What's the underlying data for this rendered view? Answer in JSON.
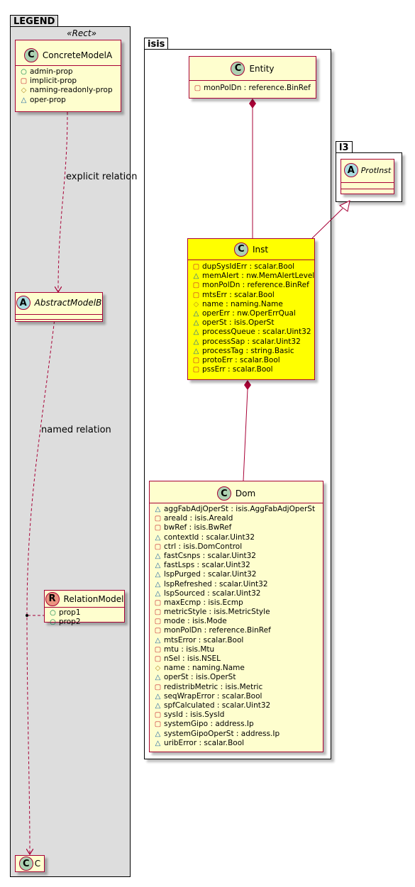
{
  "packages": {
    "legend": {
      "title": "LEGEND",
      "stereotype": "«Rect»"
    },
    "isis": {
      "title": "isis"
    },
    "l3": {
      "title": "l3"
    }
  },
  "classes": {
    "concrete_model_a": {
      "letter": "C",
      "name": "ConcreteModelA",
      "attrs": [
        {
          "vis": "+",
          "text": "admin-prop"
        },
        {
          "vis": "-",
          "text": "implicit-prop"
        },
        {
          "vis": "#",
          "text": "naming-readonly-prop"
        },
        {
          "vis": "~",
          "text": "oper-prop"
        }
      ]
    },
    "abstract_model_b": {
      "letter": "A",
      "name": "AbstractModelB"
    },
    "relation_model": {
      "letter": "R",
      "name": "RelationModel",
      "attrs": [
        {
          "vis": "+",
          "text": "prop1"
        },
        {
          "vis": "+",
          "text": "prop2"
        }
      ]
    },
    "c": {
      "letter": "C",
      "name": "C"
    },
    "entity": {
      "letter": "C",
      "name": "Entity",
      "attrs": [
        {
          "vis": "-",
          "text": "monPolDn : reference.BinRef"
        }
      ]
    },
    "prot_inst": {
      "letter": "A",
      "name": "ProtInst"
    },
    "inst": {
      "letter": "C",
      "name": "Inst",
      "attrs": [
        {
          "vis": "-",
          "text": "dupSysIdErr : scalar.Bool"
        },
        {
          "vis": "~",
          "text": "memAlert : nw.MemAlertLevel"
        },
        {
          "vis": "-",
          "text": "monPolDn : reference.BinRef"
        },
        {
          "vis": "-",
          "text": "mtsErr : scalar.Bool"
        },
        {
          "vis": "#",
          "text": "name : naming.Name"
        },
        {
          "vis": "~",
          "text": "operErr : nw.OperErrQual"
        },
        {
          "vis": "~",
          "text": "operSt : isis.OperSt"
        },
        {
          "vis": "~",
          "text": "processQueue : scalar.Uint32"
        },
        {
          "vis": "~",
          "text": "processSap : scalar.Uint32"
        },
        {
          "vis": "~",
          "text": "processTag : string.Basic"
        },
        {
          "vis": "-",
          "text": "protoErr : scalar.Bool"
        },
        {
          "vis": "-",
          "text": "pssErr : scalar.Bool"
        }
      ]
    },
    "dom": {
      "letter": "C",
      "name": "Dom",
      "attrs": [
        {
          "vis": "~",
          "text": "aggFabAdjOperSt : isis.AggFabAdjOperSt"
        },
        {
          "vis": "-",
          "text": "areaId : isis.AreaId"
        },
        {
          "vis": "-",
          "text": "bwRef : isis.BwRef"
        },
        {
          "vis": "~",
          "text": "contextId : scalar.Uint32"
        },
        {
          "vis": "-",
          "text": "ctrl : isis.DomControl"
        },
        {
          "vis": "~",
          "text": "fastCsnps : scalar.Uint32"
        },
        {
          "vis": "~",
          "text": "fastLsps : scalar.Uint32"
        },
        {
          "vis": "~",
          "text": "lspPurged : scalar.Uint32"
        },
        {
          "vis": "~",
          "text": "lspRefreshed : scalar.Uint32"
        },
        {
          "vis": "~",
          "text": "lspSourced : scalar.Uint32"
        },
        {
          "vis": "-",
          "text": "maxEcmp : isis.Ecmp"
        },
        {
          "vis": "-",
          "text": "metricStyle : isis.MetricStyle"
        },
        {
          "vis": "-",
          "text": "mode : isis.Mode"
        },
        {
          "vis": "-",
          "text": "monPolDn : reference.BinRef"
        },
        {
          "vis": "~",
          "text": "mtsError : scalar.Bool"
        },
        {
          "vis": "-",
          "text": "mtu : isis.Mtu"
        },
        {
          "vis": "-",
          "text": "nSel : isis.NSEL"
        },
        {
          "vis": "#",
          "text": "name : naming.Name"
        },
        {
          "vis": "~",
          "text": "operSt : isis.OperSt"
        },
        {
          "vis": "-",
          "text": "redistribMetric : isis.Metric"
        },
        {
          "vis": "~",
          "text": "seqWrapError : scalar.Bool"
        },
        {
          "vis": "~",
          "text": "spfCalculated : scalar.Uint32"
        },
        {
          "vis": "-",
          "text": "sysId : isis.SysId"
        },
        {
          "vis": "-",
          "text": "systemGipo : address.Ip"
        },
        {
          "vis": "~",
          "text": "systemGipoOperSt : address.Ip"
        },
        {
          "vis": "~",
          "text": "uribError : scalar.Bool"
        }
      ]
    }
  },
  "relations": {
    "explicit": "explicit relation",
    "named": "named relation"
  },
  "colors": {
    "class_fill": "#FEFECE",
    "class_border": "#A80036",
    "highlight_fill": "#FFFF00",
    "legend_fill": "#DDDDDD",
    "edge": "#A80036"
  }
}
